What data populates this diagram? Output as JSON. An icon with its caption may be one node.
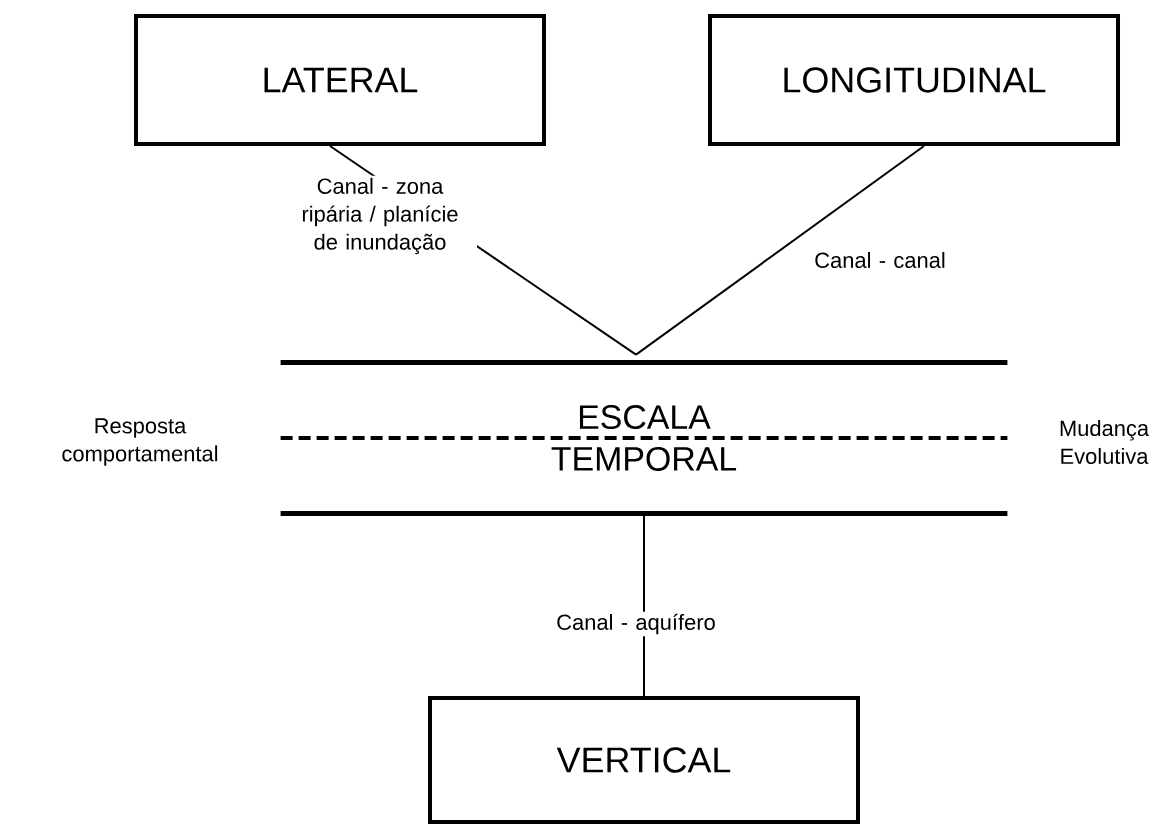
{
  "diagram": {
    "nodes": [
      {
        "text": [
          "LATERAL"
        ]
      },
      {
        "text": [
          "LONGITUDINAL"
        ]
      },
      {
        "text": [
          "ESCALA",
          "TEMPORAL"
        ],
        "beside": [
          "Resposta comportamental",
          "Mudança Evolutiva"
        ]
      },
      {
        "text": [
          "VERTICAL"
        ]
      }
    ],
    "edges": [
      {
        "from": 0,
        "to": 2,
        "arrow": "none",
        "label": "Canal - zona ripária / planície de inundação"
      },
      {
        "from": 1,
        "to": 2,
        "arrow": "none",
        "label": "Canal - canal"
      },
      {
        "from": 2,
        "to": 3,
        "arrow": "none",
        "label": "Canal - aquífero"
      }
    ]
  }
}
